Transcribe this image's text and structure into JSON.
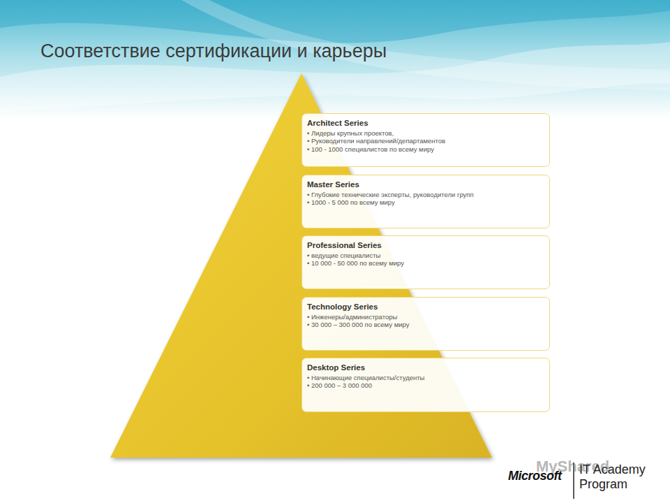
{
  "diagram": {
    "title": "Соответствие сертификации и карьеры",
    "nodes": [
      {
        "text": [
          "Architect Series",
          "• Лидеры крупных проектов,",
          "• Руководители направлений/департаментов",
          "• 100 - 1000 специалистов по всему миру"
        ]
      },
      {
        "text": [
          "Master Series",
          "• Глубокие технические эксперты, руководители групп",
          "• 1000 - 5 000 по всему миру"
        ]
      },
      {
        "text": [
          "Professional Series",
          "• ведущие специалисты",
          "• 10 000 - 50 000 по всему миру"
        ]
      },
      {
        "text": [
          "Technology Series",
          "• Инженеры/администраторы",
          "• 30 000 – 300 000 по всему миру"
        ]
      },
      {
        "text": [
          "Desktop Series",
          "• Начинающие специалисты/студенты",
          "• 200 000 – 3 000 000"
        ]
      }
    ],
    "labels": [
      "MyShared",
      "Microsoft",
      "IT Academy Program"
    ]
  }
}
